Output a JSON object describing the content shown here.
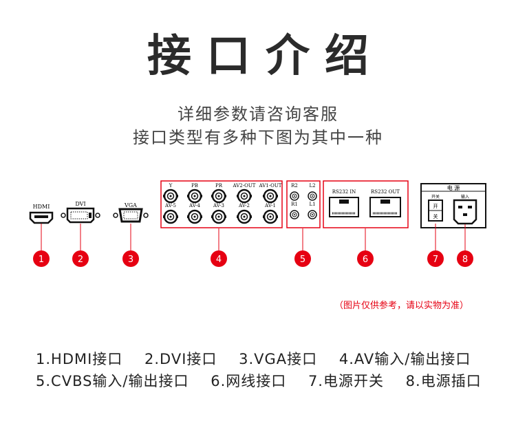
{
  "header": {
    "title": "接口介绍",
    "subtitle_1": "详细参数请咨询客服",
    "subtitle_2": "接口类型有多种下图为其中一种"
  },
  "panel": {
    "hdmi_label": "HDMI",
    "dvi_label": "DVI",
    "vga_label": "VGA",
    "av_top_labels": [
      "Y",
      "PB",
      "PR",
      "AV2-OUT",
      "AV1-OUT"
    ],
    "av_bottom_labels": [
      "AV-5",
      "AV-4",
      "AV-3",
      "AV-2",
      "AV-1"
    ],
    "audio_labels": [
      "R2",
      "L2",
      "R1",
      "L1"
    ],
    "rs232_in_label": "RS232 IN",
    "rs232_out_label": "RS232 OUT",
    "power_box_title": "电 源",
    "switch_label": "开关",
    "switch_on": "开",
    "switch_off": "关",
    "socket_label": "输入",
    "markers": [
      "1",
      "2",
      "3",
      "4",
      "5",
      "6",
      "7",
      "8"
    ]
  },
  "note": "（图片仅供参考，请以实物为准）",
  "legend": {
    "row1": [
      "1.HDMI接口",
      "2.DVI接口",
      "3.VGA接口",
      "4.AV输入/输出接口"
    ],
    "row2": [
      "5.CVBS输入/输出接口",
      "6.网线接口",
      "7.电源开关",
      "8.电源插口"
    ]
  },
  "colors": {
    "accent": "#e60012",
    "text": "#2a2a2a",
    "panel_border": "#e60012"
  }
}
